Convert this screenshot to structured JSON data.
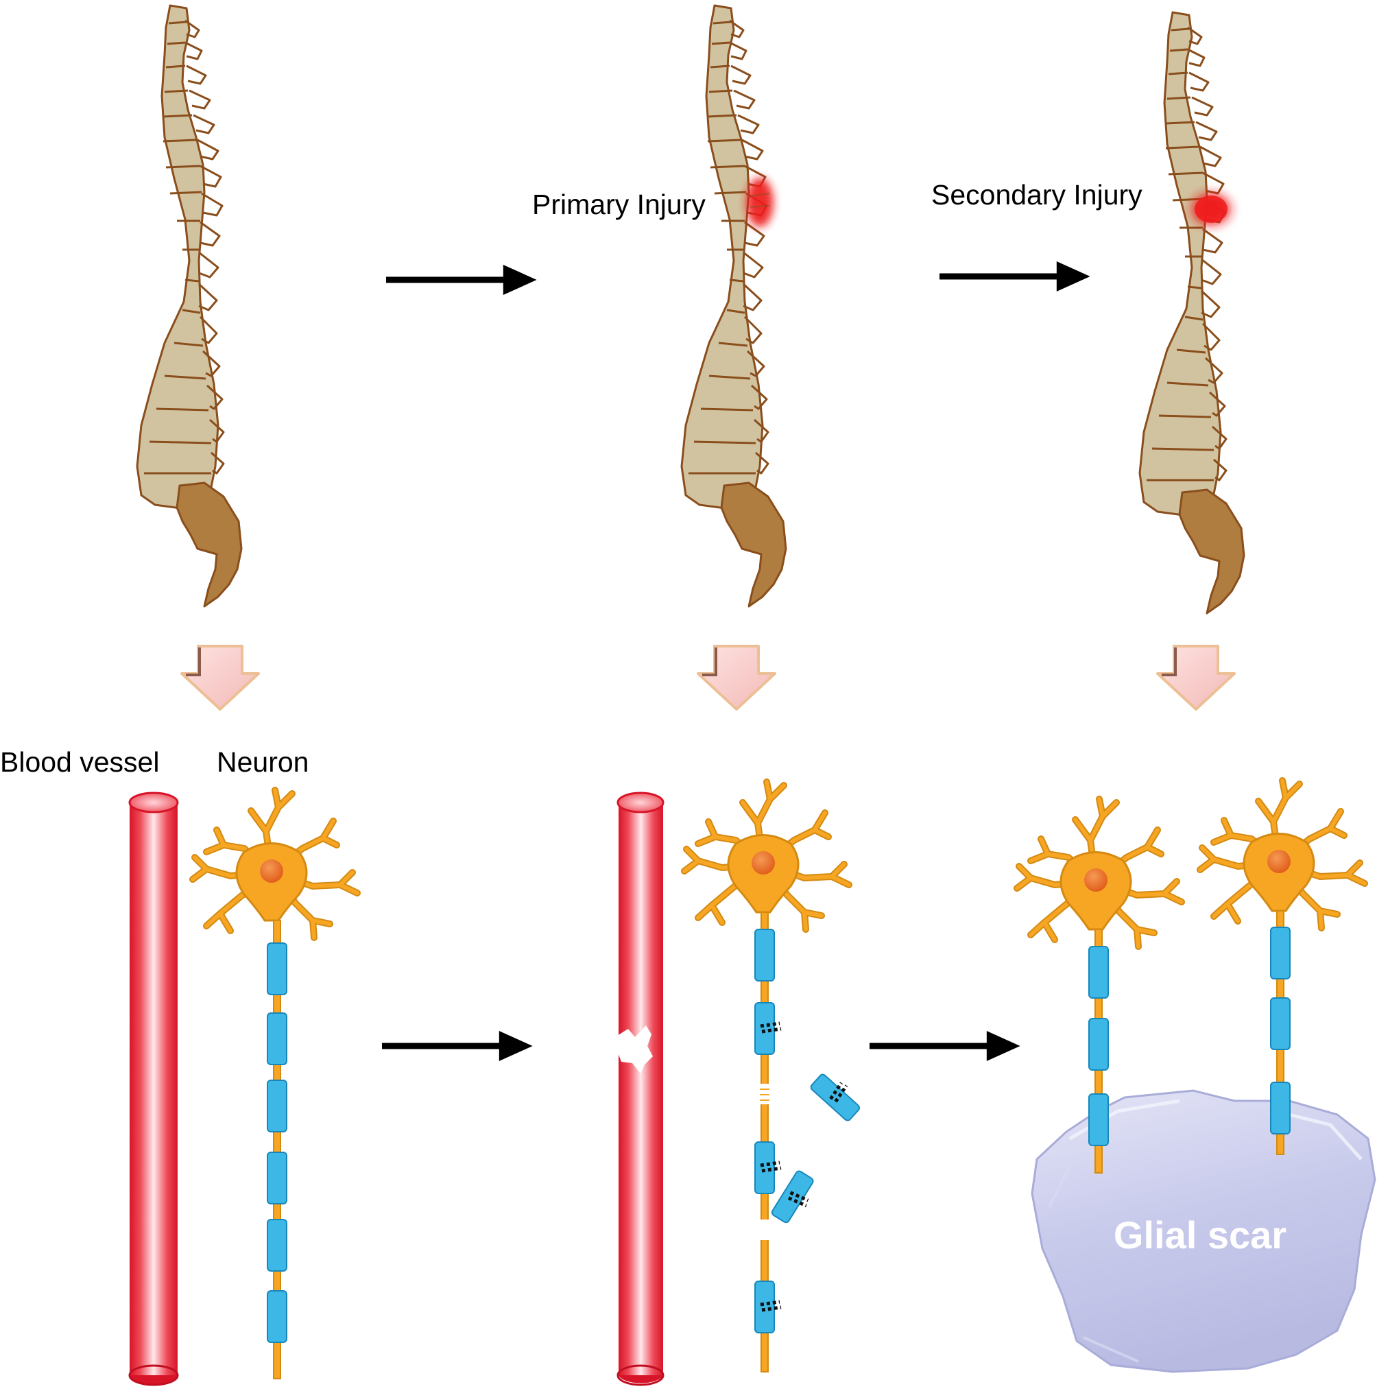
{
  "labels": {
    "primary_injury": "Primary Injury",
    "secondary_injury": "Secondary Injury",
    "blood_vessel": "Blood vessel",
    "neuron": "Neuron",
    "glial_scar": "Glial scar"
  },
  "colors": {
    "vertebra_fill": "#d2c3a0",
    "vertebra_stroke": "#8a4e1c",
    "sacrum_fill": "#b07d40",
    "injury": "#ee1c1c",
    "vessel": "#ea2030",
    "neuron": "#f7a623",
    "soma": "#e56b22",
    "myelin": "#3db8e6",
    "glial_scar": "#c4c6e8",
    "process_arrow_fill": "#f7c9c6",
    "process_arrow_stroke": "#edbf95",
    "flow_arrow": "#000000"
  }
}
